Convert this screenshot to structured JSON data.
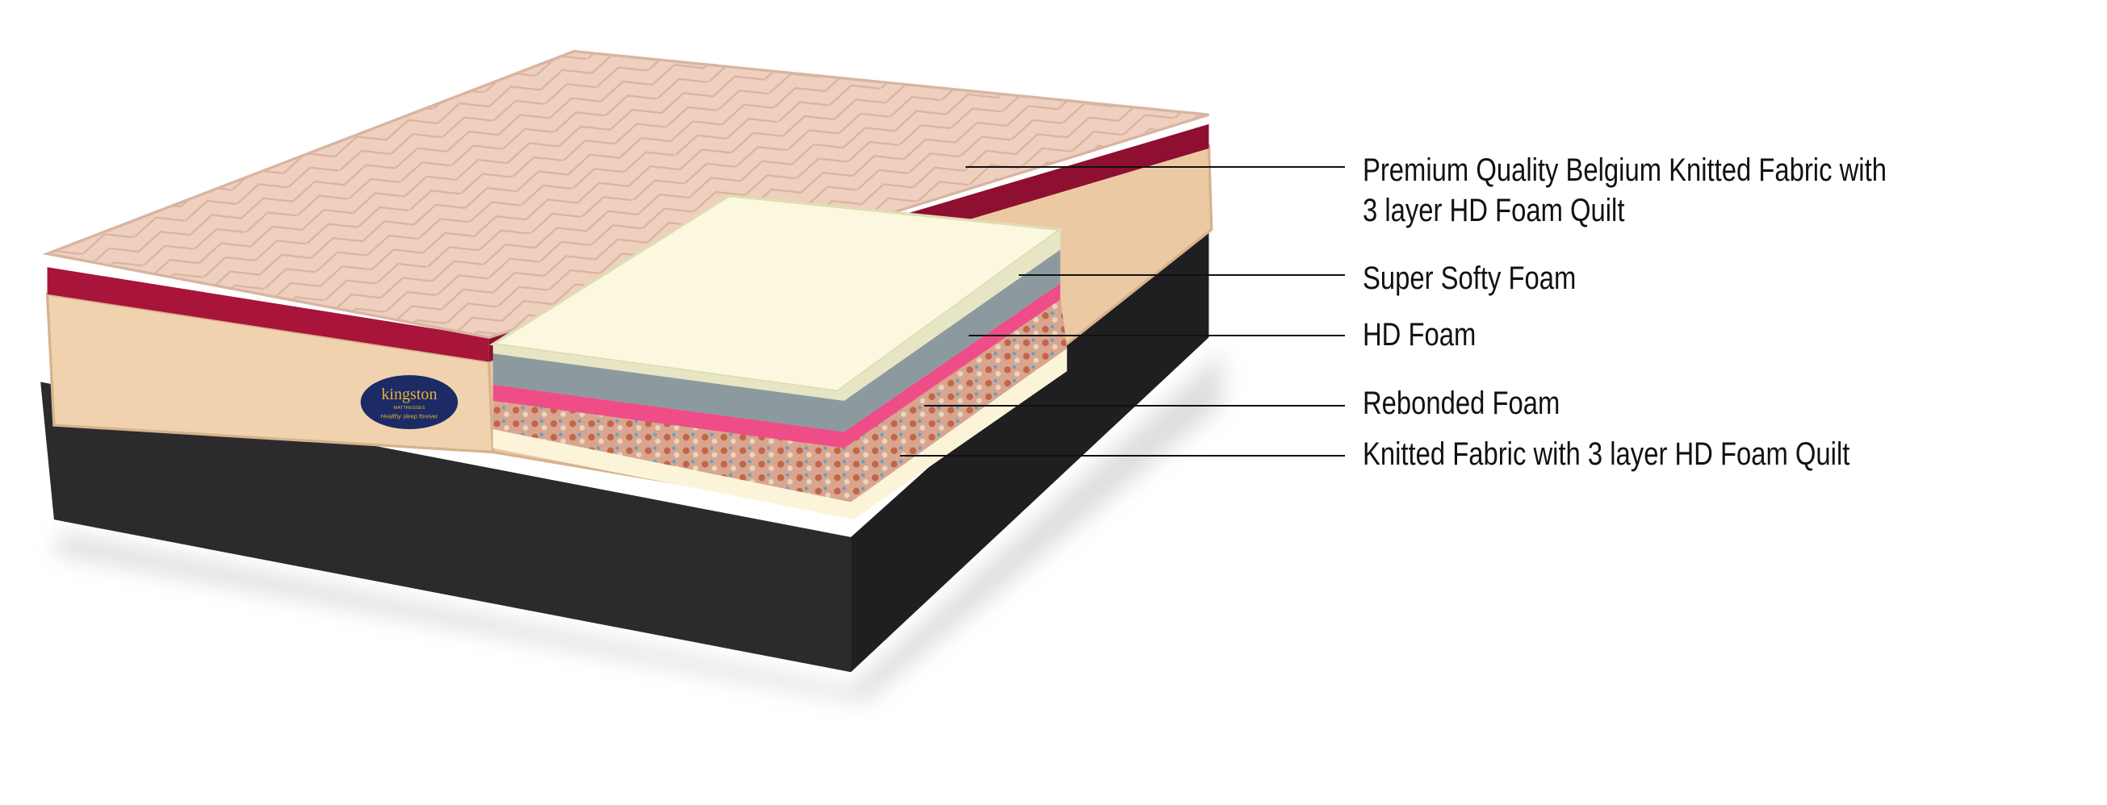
{
  "product": {
    "brand_logo": {
      "name": "kingston",
      "sub": "MATTRESSES",
      "tagline": "Healthy sleep forever"
    }
  },
  "labels": [
    {
      "line1": "Premium Quality Belgium Knitted Fabric with",
      "line2": "3 layer HD Foam Quilt"
    },
    {
      "line1": "Super Softy Foam"
    },
    {
      "line1": "HD Foam"
    },
    {
      "line1": "Rebonded Foam"
    },
    {
      "line1": "Knitted Fabric with 3 layer HD Foam Quilt"
    }
  ],
  "colors": {
    "base": "#2b2a2c",
    "top_fabric": "#efcfbe",
    "border": "#a8143a",
    "side": "#f0d3ae",
    "cream": "#fbf8df",
    "grey": "#8c9aa0",
    "pink": "#ee4d87",
    "logo": "#1c2a66",
    "logo_text": "#e8b431"
  }
}
